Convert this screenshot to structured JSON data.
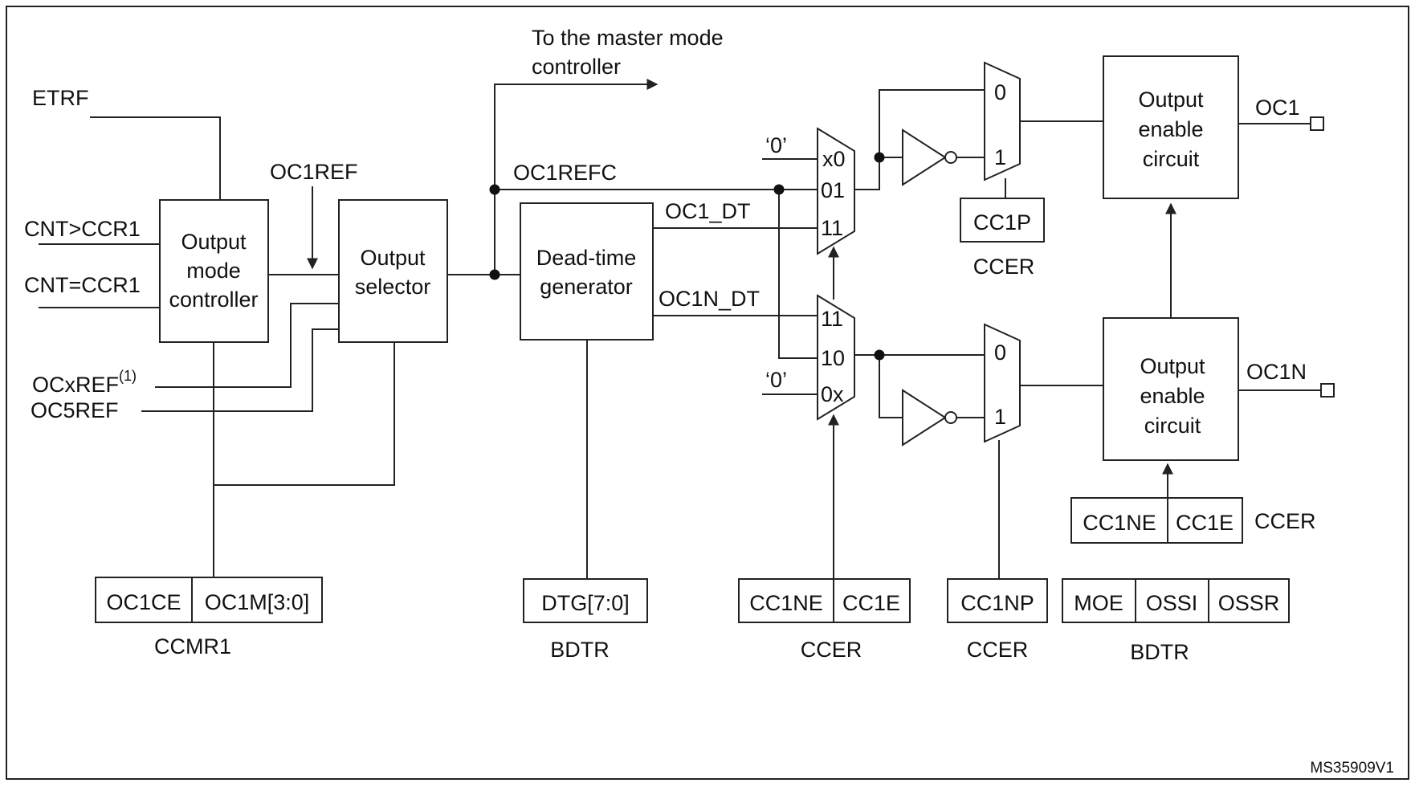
{
  "blocks": {
    "output_mode_controller": [
      "Output",
      "mode",
      "controller"
    ],
    "output_selector": [
      "Output",
      "selector"
    ],
    "dead_time_generator": [
      "Dead-time",
      "generator"
    ],
    "output_enable_1": [
      "Output",
      "enable",
      "circuit"
    ],
    "output_enable_2": [
      "Output",
      "enable",
      "circuit"
    ]
  },
  "signals": {
    "etrf": "ETRF",
    "cnt_gt": "CNT>CCR1",
    "cnt_eq": "CNT=CCR1",
    "ocxref": "OCxREF",
    "ocxref_note": "(1)",
    "oc5ref": "OC5REF",
    "oc1ref": "OC1REF",
    "oc1refc": "OC1REFC",
    "oc1_dt": "OC1_DT",
    "oc1n_dt": "OC1N_DT",
    "master_line1": "To the master mode",
    "master_line2": "controller",
    "zero_top": "‘0’",
    "zero_bottom": "‘0’",
    "oc1": "OC1",
    "oc1n": "OC1N"
  },
  "mux_top": [
    "x0",
    "01",
    "11"
  ],
  "mux_bottom": [
    "11",
    "10",
    "0x"
  ],
  "sel_top": [
    "0",
    "1"
  ],
  "sel_bottom": [
    "0",
    "1"
  ],
  "registers": {
    "ccmr1": {
      "fields": [
        "OC1CE",
        "OC1M[3:0]"
      ],
      "label": "CCMR1"
    },
    "bdtr_dtg": {
      "fields": [
        "DTG[7:0]"
      ],
      "label": "BDTR"
    },
    "ccer_mux": {
      "fields": [
        "CC1NE",
        "CC1E"
      ],
      "label": "CCER"
    },
    "ccer_cc1np": {
      "fields": [
        "CC1NP"
      ],
      "label": "CCER"
    },
    "bdtr_moe": {
      "fields": [
        "MOE",
        "OSSI",
        "OSSR"
      ],
      "label": "BDTR"
    },
    "ccer_cc1p": {
      "fields": [
        "CC1P"
      ],
      "label": "CCER"
    },
    "ccer_enable": {
      "fields": [
        "CC1NE",
        "CC1E"
      ],
      "label": "CCER"
    }
  },
  "figure_tag": "MS35909V1"
}
